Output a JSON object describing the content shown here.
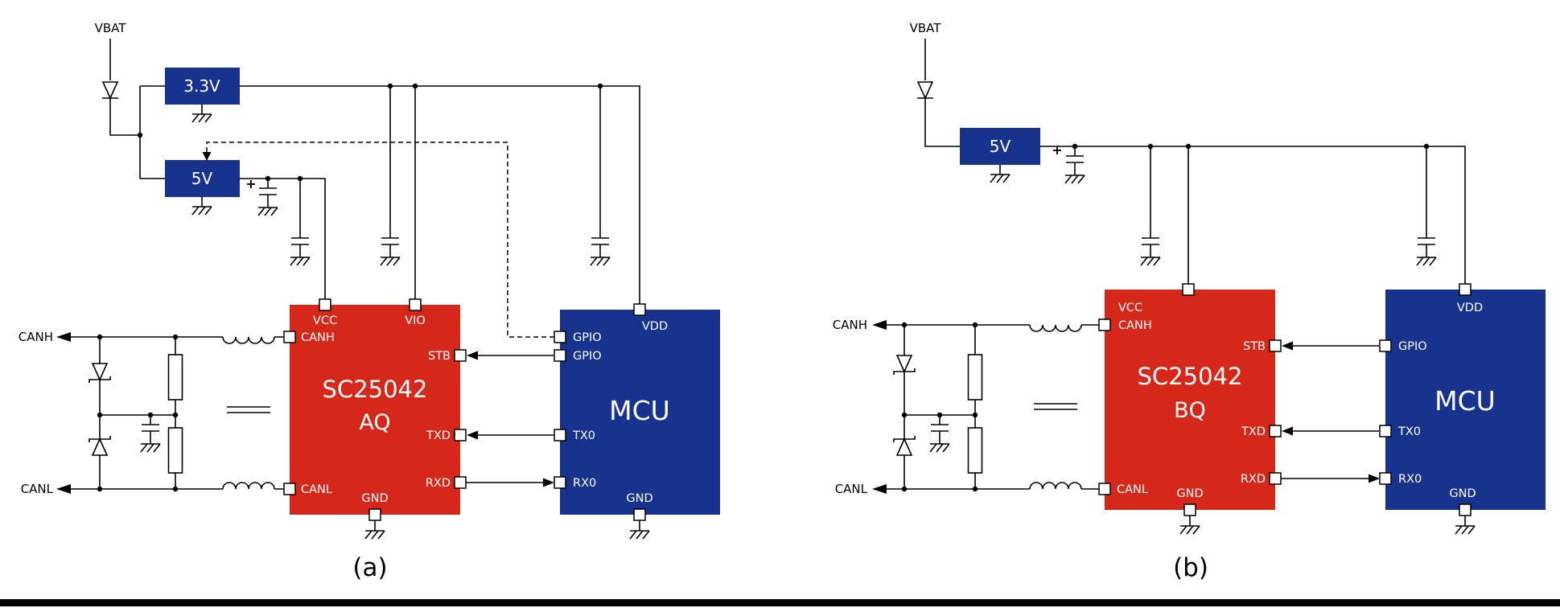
{
  "colors": {
    "ic_red": "#d5281b",
    "box_blue": "#17338e",
    "footer_bar": "#000000"
  },
  "panel_a": {
    "caption": "(a)",
    "vbat_label": "VBAT",
    "regulator_3v3": "3.3V",
    "regulator_5v": "5V",
    "bulk_cap_polarity": "+",
    "bus": {
      "canh": "CANH",
      "canl": "CANL"
    },
    "transceiver": {
      "name_line1": "SC25042",
      "name_line2": "AQ",
      "pins": {
        "vcc": "VCC",
        "vio": "VIO",
        "canh": "CANH",
        "canl": "CANL",
        "stb": "STB",
        "txd": "TXD",
        "rxd": "RXD",
        "gnd": "GND"
      }
    },
    "mcu": {
      "name": "MCU",
      "pins": {
        "gpio1": "GPIO",
        "gpio2": "GPIO",
        "tx0": "TX0",
        "rx0": "RX0",
        "vdd": "VDD",
        "gnd": "GND"
      }
    }
  },
  "panel_b": {
    "caption": "(b)",
    "vbat_label": "VBAT",
    "regulator_5v": "5V",
    "bulk_cap_polarity": "+",
    "bus": {
      "canh": "CANH",
      "canl": "CANL"
    },
    "transceiver": {
      "name_line1": "SC25042",
      "name_line2": "BQ",
      "pins": {
        "vcc": "VCC",
        "canh": "CANH",
        "canl": "CANL",
        "stb": "STB",
        "txd": "TXD",
        "rxd": "RXD",
        "gnd": "GND"
      }
    },
    "mcu": {
      "name": "MCU",
      "pins": {
        "gpio": "GPIO",
        "tx0": "TX0",
        "rx0": "RX0",
        "vdd": "VDD",
        "gnd": "GND"
      }
    }
  }
}
